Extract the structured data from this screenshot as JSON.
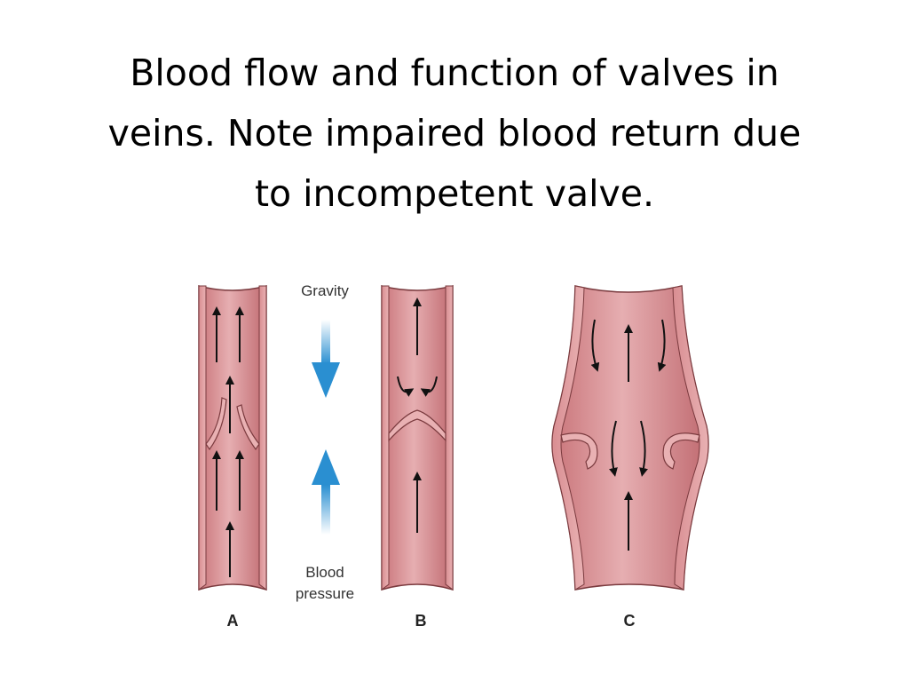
{
  "title": {
    "lines": [
      "Blood flow and function of valves in",
      "veins. Note impaired blood return due",
      "to incompetent valve."
    ]
  },
  "figure": {
    "labels": {
      "gravity": "Gravity",
      "blood_pressure_line1": "Blood",
      "blood_pressure_line2": "pressure",
      "panel_a": "A",
      "panel_b": "B",
      "panel_c": "C"
    },
    "colors": {
      "vein_fill": "#d4868a",
      "vein_light": "#e8b6b8",
      "vein_wall": "#7a3a3e",
      "gravity_arrow": "#2a8fd1",
      "pressure_arrow": "#2a8fd1",
      "flow_arrow": "#111111"
    }
  }
}
